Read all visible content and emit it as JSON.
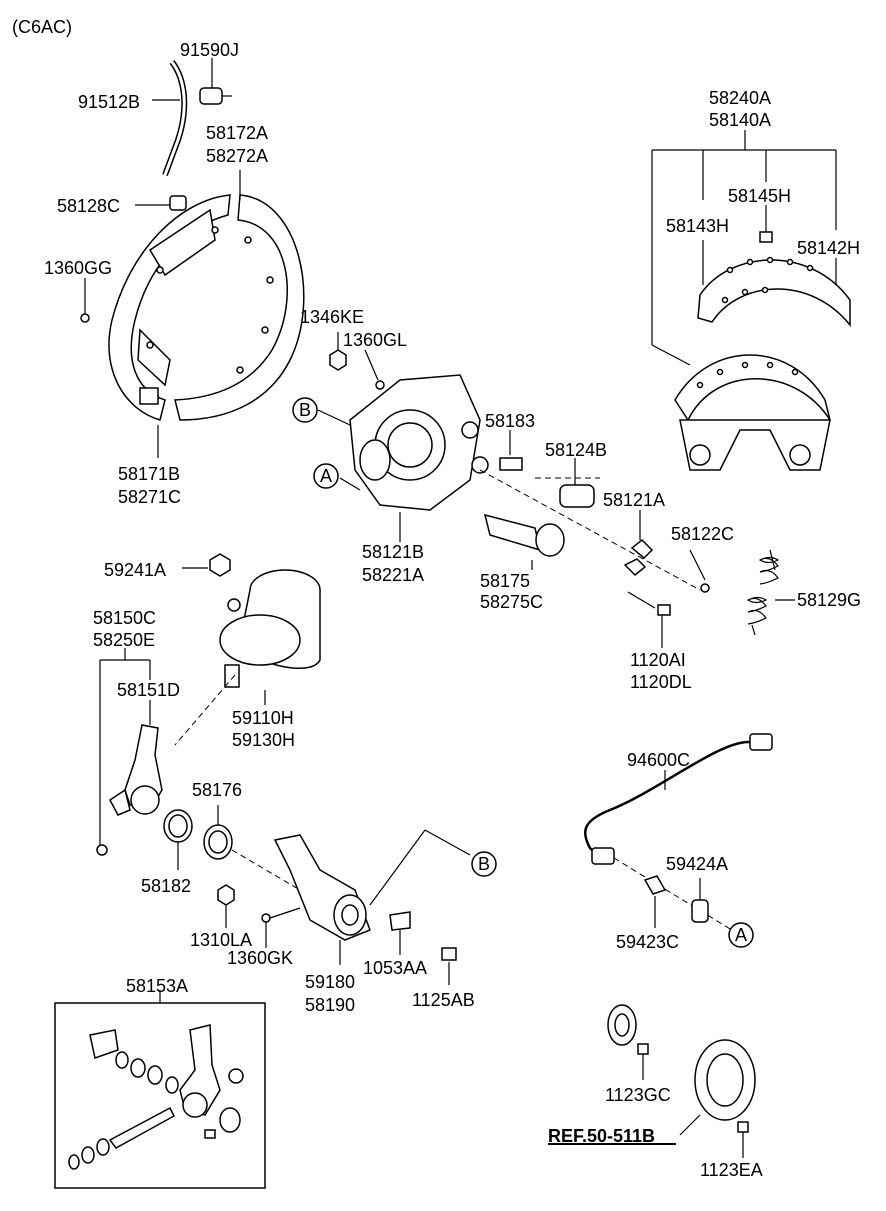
{
  "header": {
    "model": "(C6AC)"
  },
  "part_labels": {
    "p91590J": "91590J",
    "p91512B": "91512B",
    "p58172A": "58172A",
    "p58272A": "58272A",
    "p58128C": "58128C",
    "p1360GG": "1360GG",
    "p58171B": "58171B",
    "p58271C": "58271C",
    "p1346KE": "1346KE",
    "p1360GL": "1360GL",
    "p58183": "58183",
    "p58124B": "58124B",
    "p58121A": "58121A",
    "p58121B": "58121B",
    "p58221A": "58221A",
    "p58175": "58175",
    "p58275C": "58275C",
    "p58122C": "58122C",
    "p58129G": "58129G",
    "p1120AI": "1120AI",
    "p1120DL": "1120DL",
    "p58240A": "58240A",
    "p58140A": "58140A",
    "p58145H": "58145H",
    "p58143H": "58143H",
    "p58142H": "58142H",
    "p59241A": "59241A",
    "p58150C": "58150C",
    "p58250E": "58250E",
    "p58151D": "58151D",
    "p59110H": "59110H",
    "p59130H": "59130H",
    "p58176": "58176",
    "p58182": "58182",
    "p1310LA": "1310LA",
    "p1360GK": "1360GK",
    "p59180": "59180",
    "p58190": "58190",
    "p1053AA": "1053AA",
    "p1125AB": "1125AB",
    "p94600C": "94600C",
    "p59424A": "59424A",
    "p59423C": "59423C",
    "p58153A": "58153A",
    "p1123GC": "1123GC",
    "p1123EA": "1123EA"
  },
  "callouts": {
    "b_top": "B",
    "a_top": "A",
    "b_mid": "B",
    "a_right": "A"
  },
  "reference": {
    "label": "REF.50-511B"
  }
}
